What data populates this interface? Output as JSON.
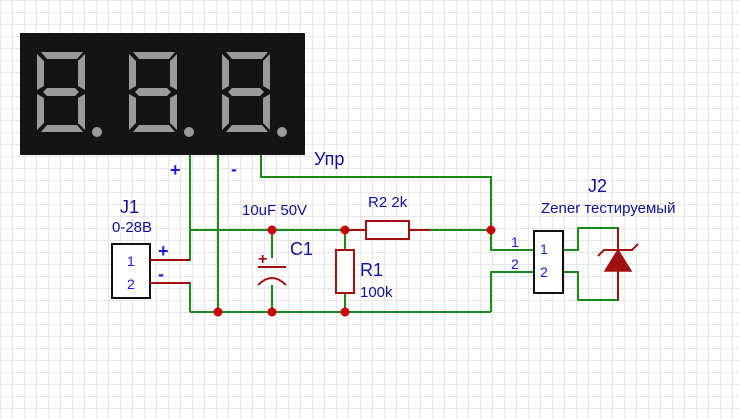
{
  "display": {
    "plus_label": "+",
    "minus_label": "-",
    "control_label": "Упр"
  },
  "j1": {
    "ref": "J1",
    "value": "0-28В",
    "pin1": "1",
    "pin2": "2",
    "plus": "+",
    "minus": "-"
  },
  "c1": {
    "ref": "C1",
    "value": "10uF 50V",
    "polarity": "+"
  },
  "r1": {
    "ref": "R1",
    "value": "100k"
  },
  "r2": {
    "ref": "R2",
    "value": "2k"
  },
  "j2": {
    "ref": "J2",
    "value": "Zener тестируемый",
    "pin1": "1",
    "pin2": "2",
    "net_pin1": "1",
    "net_pin2": "2"
  },
  "colors": {
    "wire": "#1a8a1a",
    "component": "#a01010",
    "label": "#10109a",
    "pin": "#1a1ae0",
    "junction": "#cc0000",
    "display_body": "#141414"
  }
}
